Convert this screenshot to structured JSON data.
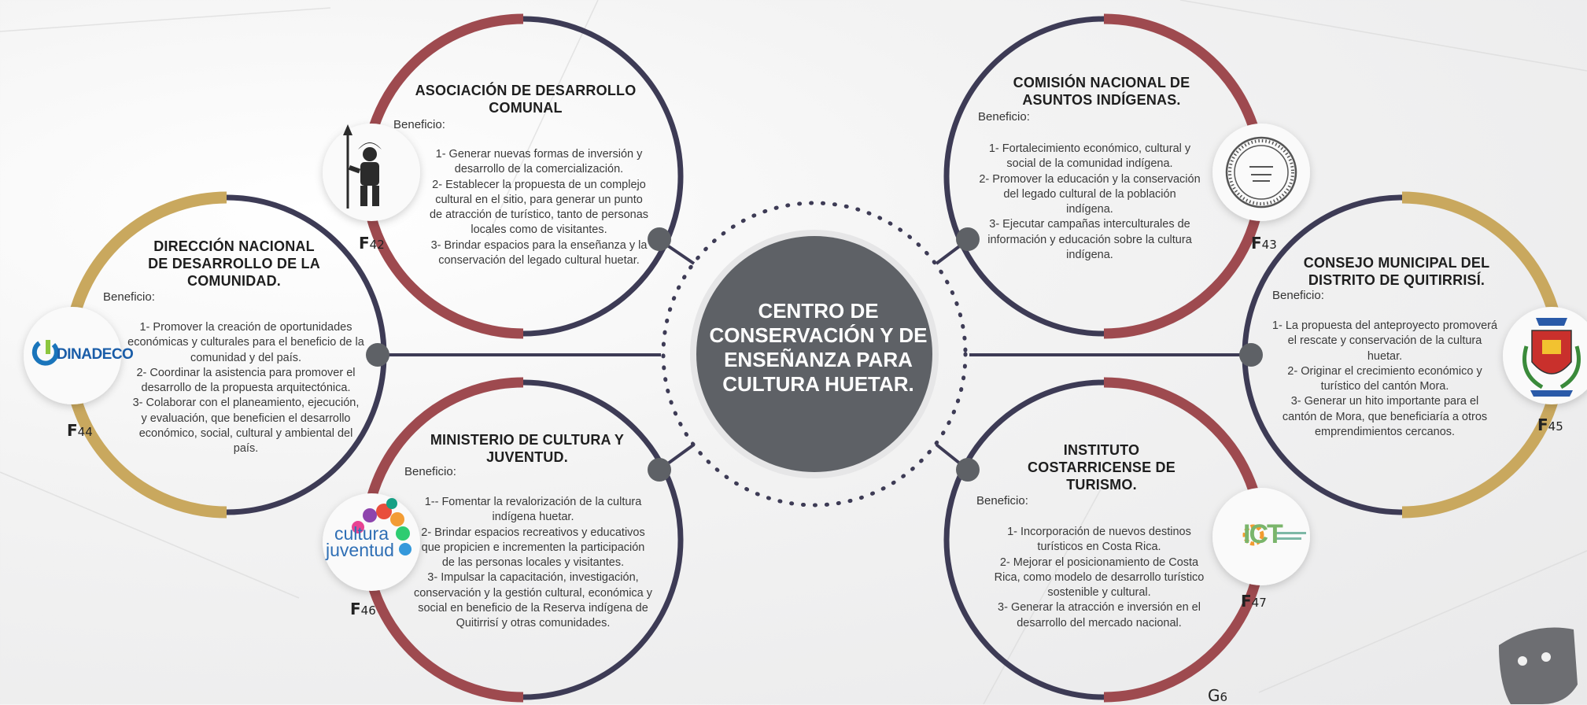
{
  "center": {
    "title_lines": [
      "CENTRO DE",
      "CONSERVACIÓN Y DE",
      "ENSEÑANZA PARA",
      "CULTURA HUETAR."
    ]
  },
  "benefit_label": "Beneficio:",
  "figure_prefix": "F",
  "nodes": {
    "adc": {
      "title_lines": [
        "ASOCIACIÓN DE DESARROLLO",
        "COMUNAL"
      ],
      "lines": [
        "1- Generar nuevas formas de inversión y",
        "desarrollo de la comercialización.",
        "2- Establecer la propuesta de un complejo",
        "cultural en el sitio, para generar un punto",
        "de atracción de turístico, tanto de personas",
        "locales como de visitantes.",
        "3- Brindar espacios para la enseñanza y la",
        "conservación del legado cultural huetar."
      ],
      "figure": "42"
    },
    "conai": {
      "title_lines": [
        "COMISIÓN NACIONAL DE",
        "ASUNTOS INDÍGENAS."
      ],
      "lines": [
        "1- Fortalecimiento económico, cultural y",
        "social de la comunidad indígena.",
        "2- Promover la educación y la conservación",
        "del legado cultural de la población",
        "indígena.",
        "3- Ejecutar campañas interculturales de",
        "información y educación sobre la cultura",
        "indígena."
      ],
      "figure": "43"
    },
    "dinadeco": {
      "title_lines": [
        "DIRECCIÓN NACIONAL",
        "DE DESARROLLO DE LA",
        "COMUNIDAD."
      ],
      "lines": [
        "1- Promover la creación de oportunidades",
        "económicas y culturales para el beneficio de la",
        "comunidad y del país.",
        "2- Coordinar la asistencia para promover el",
        "desarrollo de la propuesta arquitectónica.",
        "3- Colaborar con el planeamiento, ejecución,",
        "y evaluación, que beneficien el desarrollo",
        "económico, social, cultural y ambiental del",
        "país."
      ],
      "figure": "44",
      "logo_text": "DINADECO"
    },
    "municipal": {
      "title_lines": [
        "CONSEJO MUNICIPAL DEL",
        "DISTRITO DE QUITIRRISÍ."
      ],
      "lines": [
        "1- La propuesta del anteproyecto promoverá",
        "el rescate y conservación de la cultura",
        "huetar.",
        "2- Originar el crecimiento económico y",
        "turístico del cantón Mora.",
        "3- Generar un hito importante para el",
        "cantón de Mora, que beneficiaría a otros",
        "emprendimientos cercanos."
      ],
      "figure": "45"
    },
    "mcj": {
      "title_lines": [
        "MINISTERIO DE CULTURA Y",
        "JUVENTUD."
      ],
      "lines": [
        "1-- Fomentar la revalorización de la cultura",
        "indígena huetar.",
        "2- Brindar espacios recreativos y educativos",
        "que propicien e incrementen la participación",
        "de las personas locales y visitantes.",
        "3- Impulsar la capacitación, investigación,",
        "conservación y la gestión cultural, económica y",
        "social en beneficio de la Reserva indígena de",
        "Quitirrisí y otras comunidades."
      ],
      "figure": "46",
      "logo_text_1": "cultura",
      "logo_text_2": "juventud"
    },
    "ict": {
      "title_lines": [
        "INSTITUTO",
        "COSTARRICENSE DE",
        "TURISMO."
      ],
      "lines": [
        "1- Incorporación de nuevos destinos",
        "turísticos en Costa Rica.",
        "2- Mejorar el posicionamiento de Costa",
        "Rica, como modelo de desarrollo turístico",
        "sostenible y cultural.",
        "3- Generar la atracción e inversión en el",
        "desarrollo del mercado nacional."
      ],
      "figure": "47",
      "logo_text": "ICT"
    }
  },
  "page_marker": {
    "letter": "G",
    "number": "6"
  },
  "colors": {
    "maroon": "#9e4a4f",
    "navy": "#3d3b55",
    "gold": "#c9a85e",
    "hub": "#5e6166",
    "connector": "#3d3b55"
  }
}
